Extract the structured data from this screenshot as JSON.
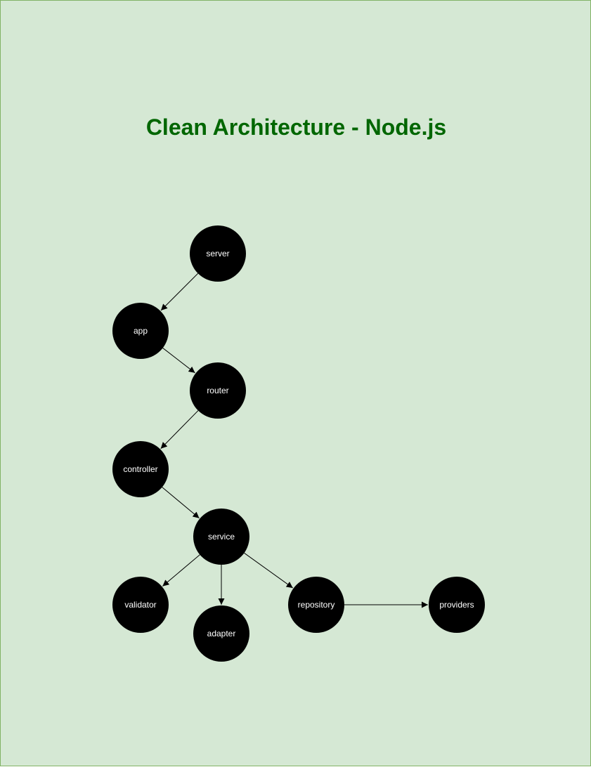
{
  "title": "Clean Architecture - Node.js",
  "colors": {
    "background": "#d5e8d4",
    "border": "#82b366",
    "title": "#006600",
    "node_fill": "#000000",
    "node_text": "#ffffff",
    "edge": "#000000"
  },
  "nodes": [
    {
      "id": "server",
      "label": "server"
    },
    {
      "id": "app",
      "label": "app"
    },
    {
      "id": "router",
      "label": "router"
    },
    {
      "id": "controller",
      "label": "controller"
    },
    {
      "id": "service",
      "label": "service"
    },
    {
      "id": "validator",
      "label": "validator"
    },
    {
      "id": "adapter",
      "label": "adapter"
    },
    {
      "id": "repository",
      "label": "repository"
    },
    {
      "id": "providers",
      "label": "providers"
    }
  ],
  "edges": [
    {
      "from": "server",
      "to": "app"
    },
    {
      "from": "app",
      "to": "router"
    },
    {
      "from": "router",
      "to": "controller"
    },
    {
      "from": "controller",
      "to": "service"
    },
    {
      "from": "service",
      "to": "validator"
    },
    {
      "from": "service",
      "to": "adapter"
    },
    {
      "from": "service",
      "to": "repository"
    },
    {
      "from": "repository",
      "to": "providers"
    }
  ]
}
